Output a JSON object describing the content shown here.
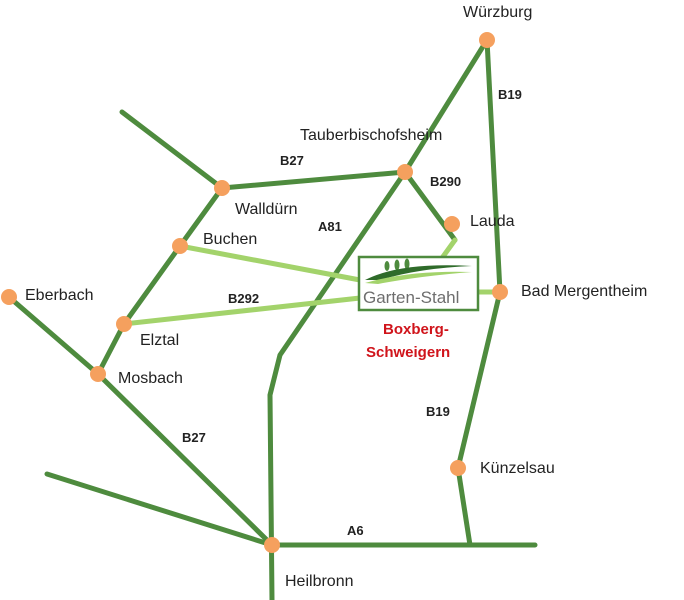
{
  "colors": {
    "main_road": "#4e8b3e",
    "minor_road": "#a3d36b",
    "town_dot": "#f5a05e",
    "destination": "#d0141b",
    "logo_border": "#4e8b3e",
    "logo_text": "#6e6e6e"
  },
  "cities": {
    "wuerzburg": "Würzburg",
    "tauberbischofsheim": "Tauberbischofsheim",
    "lauda": "Lauda",
    "bad_mergentheim": "Bad Mergentheim",
    "walldurn": "Walldürn",
    "buchen": "Buchen",
    "eberbach": "Eberbach",
    "elztal": "Elztal",
    "mosbach": "Mosbach",
    "kuenzelsau": "Künzelsau",
    "heilbronn": "Heilbronn"
  },
  "roads": {
    "b19_north": "B19",
    "b19_south": "B19",
    "b27_north": "B27",
    "b27_south": "B27",
    "b290": "B290",
    "a81": "A81",
    "b292": "B292",
    "a6": "A6"
  },
  "destination": {
    "line1": "Boxberg-",
    "line2": "Schweigern"
  },
  "logo": {
    "text": "Garten-Stahl",
    "icon": "tree-landscape-logo-icon"
  }
}
